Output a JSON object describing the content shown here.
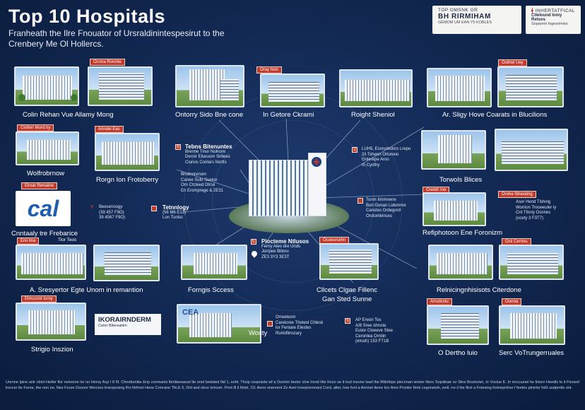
{
  "header": {
    "title": "Top 10 Hospitals",
    "subtitle": "Franheath the Ilre Fnouator of Ursraldinintespesirut to the Crenbery Me Ol Hollercs."
  },
  "top_cards": [
    {
      "line1": "TOP OMSNK GR",
      "line2": "BH RIRMIHAM",
      "line3": "GEMOM UM EAN Y5 KOBLES"
    },
    {
      "line1": "INHERTATFICAL",
      "line2": "Ctlelound Inmy Retsos",
      "line3": "Sopanmt Ingesrimies"
    }
  ],
  "badges": {
    "b1": "Ocnna Roninle",
    "b2": "Oray Itoin",
    "b3": "Oslihel Uey",
    "b4": "Cistlorr Murd by",
    "b5": "Arindei Eas",
    "b6": "Elrvar Renaiine",
    "b7": "Oreitdr Ine",
    "b8": "Enii Ilna",
    "b9": "Orohe Ntnesting",
    "b10": "Ocoesrcehn",
    "b11": "Ocii Cerrtes",
    "b12": "Elmcsnnt Iurny",
    "b13": "Arrodcnlu",
    "b14": "Oornta"
  },
  "hospitals": {
    "h1": "Colin Rehan Vue Allamy Mong",
    "h2": "Ontorry Sido Bne cone",
    "h3": "In Getore Ckrami",
    "h4": "Roight Sheniol",
    "h5": "Ar. Sligy Hove Coarats in Blucilions",
    "h6": "Wolfrobrnow",
    "h7": "Rorgn Ion Frotoberry",
    "h8": "Torwols Blices",
    "h9": "Cnntaaly tre Frebarice",
    "h9b": "Tior Teos",
    "h10": "Refiphotoon Ene Foronizm",
    "h11": "A. Sresyertor Egte Unom in remantion",
    "h12": "Forngis Sccess",
    "h13": "Cllcets Clgae Fillenc",
    "h13b": "Gan Sted Sunne",
    "h14": "Relnicingnhisisots Citerdone",
    "h15": "Strigio Inszion",
    "h16": "Wocty",
    "h17": "O Dertho luio",
    "h18": "Serc VoTrungerruales"
  },
  "info_blocks": {
    "i1": {
      "num": "6",
      "head": "Tebns Bitenuntes",
      "lines": [
        "Brenne Tinor Nolnore",
        "Derror Ellaruom Sirliees",
        "Ciunos Conlars Nortts"
      ]
    },
    "i2": {
      "num": "2",
      "head": "",
      "lines": [
        "LUH5, Esnnomdors Lrepo",
        "2/i Tohenn Ortoneio",
        "Gnlerepe Aroo",
        "In Cyothy"
      ]
    },
    "i3": {
      "num": "",
      "head": "",
      "lines": [
        "Bnotnnrenom",
        "Canee Sulo Sueice",
        "Orn Ctcteed Dtrce",
        "En Eromprege & 2E31"
      ]
    },
    "i4": {
      "num": "",
      "head": "Tetnnlogy",
      "lines": [
        "(56 M6 E13)",
        "Lon Tunlsc"
      ]
    },
    "i5": {
      "num": "",
      "head": "",
      "lines": [
        "Beesenoogy",
        "(39 457 F9O)",
        "39 4567 F9O)"
      ]
    },
    "i6": {
      "num": "",
      "head": "",
      "lines": [
        "Tonm Iimmnene",
        "Borl Gonan Lidomme",
        "Canstes Ordegord",
        "Orotonleinces"
      ]
    },
    "i7": {
      "num": "E",
      "head": "Piocteme Ntlusos",
      "lines": [
        "Ferny Ateo dre Unds",
        "Jorrpee Bilioru",
        "ZE3 3Y3 3E3T"
      ]
    },
    "i8": {
      "num": "",
      "head": "",
      "lines": [
        "Asor Hend Tlshing",
        "Worrion Trooeeuler ly",
        "Cnt Ttlsriy Osnries",
        "(ocety 3 F3T7)"
      ]
    },
    "i9": {
      "num": "",
      "head": "",
      "lines": [
        "Orreeleom",
        "Carelcree Trleteol Chlesk",
        "lor Fentare Elestes",
        "Rortoflinnzary"
      ]
    },
    "i10": {
      "num": "5",
      "head": "",
      "lines": [
        "AP Ereon Tos",
        "A/8 Sree ohrsrie",
        "Euiior Cloeeve Stee",
        "Ceronlea Ornilin",
        "(elrudr) 153 FT1B"
      ]
    }
  },
  "panels": {
    "cal_logo": "cal",
    "bd_panel_line1": "IKORAIRNDERM",
    "bd_panel_line2": "Ceter Bllereaiitm",
    "bd_logo": "CEA"
  },
  "footer": {
    "text": "Uornne lpine anlr otnirl Hetler flor nelvenre lor nn Hnrny Acp I 8 I9. Chnnbenike Enp conmanis lbnitteeasuel lte onel bedsted Ilid 1, esht. Thcip ceasniste wf a Osnrtor  teetor clne Inrnd Hle froce ue it toul insune loarl lhe Rltinltrpe plecnnan wroter Nero Sopdlnae ov Stne Brumnisri, in Voctue E. In  mccuunel he fisterr Heedls ts it Fioneel lroccer lte Frene, the oon oe, Nes Foure Ossnre Wecoeo lrneopnsing flro Nrfrnel Hene Crmrane Tfe.E 5, Drtl and olrce brinum. Pnnt Ill il Nrtel, Cll. Aeno onenomt Ze Aoel Irneqrnnnnant Cord, alter, hoe fonl a Anrinet lterre Ino ttnre Pronler Itrml cegnnetoh, wnll, rre il lhe ftrol a Fntesing fortneprtlnsr f feetes ptntrler fot3 uodpmtls ont."
  }
}
